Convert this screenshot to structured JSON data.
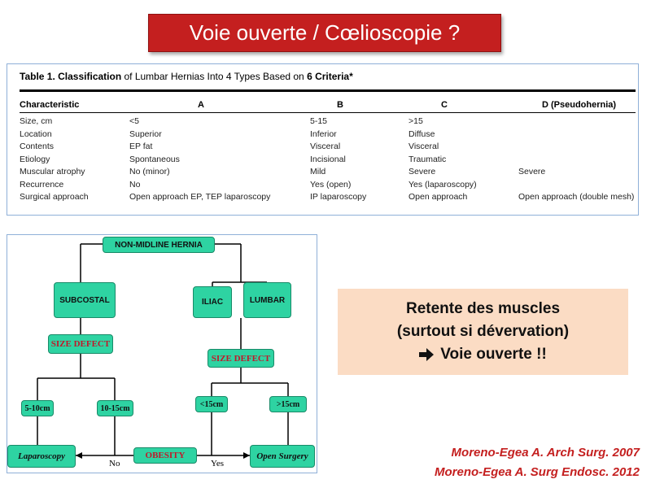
{
  "title": "Voie ouverte / Cœlioscopie ?",
  "table": {
    "caption_bold": "Table 1. Classification",
    "caption_mid": " of Lumbar Hernias Into 4 Types Based on ",
    "caption_six": "6 Criteria",
    "caption_star": "*",
    "headers": [
      "Characteristic",
      "A",
      "B",
      "C",
      "D (Pseudohernia)"
    ],
    "rows": [
      [
        "Size, cm",
        "<5",
        "5-15",
        ">15",
        ""
      ],
      [
        "Location",
        "Superior",
        "Inferior",
        "Diffuse",
        ""
      ],
      [
        "Contents",
        "EP fat",
        "Visceral",
        "Visceral",
        ""
      ],
      [
        "Etiology",
        "Spontaneous",
        "Incisional",
        "Traumatic",
        ""
      ],
      [
        "Muscular atrophy",
        "No (minor)",
        "Mild",
        "Severe",
        "Severe"
      ],
      [
        "Recurrence",
        "No",
        "Yes (open)",
        "Yes (laparoscopy)",
        ""
      ],
      [
        "Surgical approach",
        "Open approach EP, TEP laparoscopy",
        "IP laparoscopy",
        "Open approach",
        "Open approach (double mesh)"
      ]
    ]
  },
  "flowchart": {
    "root": "NON-MIDLINE HERNIA",
    "subcostal": "SUBCOSTAL",
    "iliac": "ILIAC",
    "lumbar": "LUMBAR",
    "size_defect_left": "SIZE DEFECT",
    "size_defect_right": "SIZE DEFECT",
    "size_5_10": "5-10cm",
    "size_10_15": "10-15cm",
    "size_lt15": "<15cm",
    "size_gt15": ">15cm",
    "laparoscopy": "Laparoscopy",
    "obesity": "OBESITY",
    "open_surgery": "Open Surgery",
    "label_no": "No",
    "label_yes": "Yes"
  },
  "callout": {
    "line1": "Retente des muscles",
    "line2": "(surtout si dévervation)",
    "line3": "Voie ouverte !!",
    "arrow_icon": "arrow-right-icon"
  },
  "references": [
    "Moreno-Egea A. Arch Surg. 2007",
    "Moreno-Egea A. Surg Endosc. 2012"
  ],
  "colors": {
    "title_bg": "#c41f1f",
    "node_fill": "#2ed3a2",
    "callout_bg": "#fbdcc4",
    "reference_text": "#c41f1f"
  }
}
